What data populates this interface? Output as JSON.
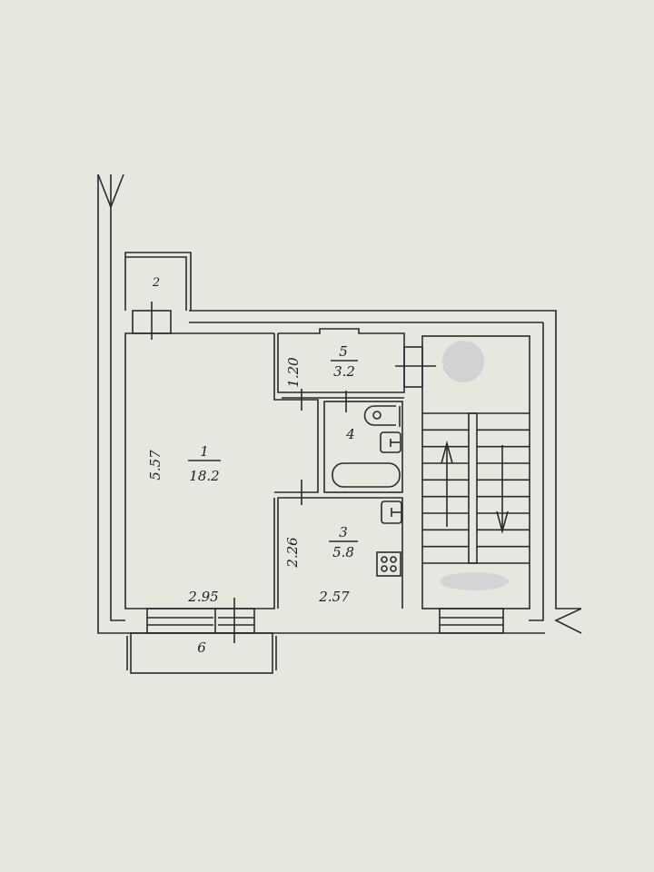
{
  "plan": {
    "rooms": [
      {
        "number": "1",
        "area": "18.2"
      },
      {
        "number": "2"
      },
      {
        "number": "3",
        "area": "5.8"
      },
      {
        "number": "4"
      },
      {
        "number": "5",
        "area": "3.2"
      },
      {
        "number": "6"
      }
    ],
    "dimensions": {
      "room1_height": "5.57",
      "room1_width": "2.95",
      "room3_height": "2.26",
      "room3_width": "2.57",
      "room5_height": "1.20"
    }
  },
  "colors": {
    "paper": "#e6e8df",
    "ink": "#2a2a2a"
  }
}
